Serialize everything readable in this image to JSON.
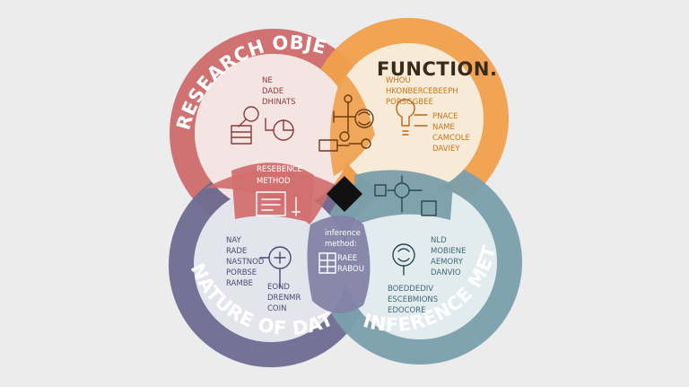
{
  "circles": [
    {
      "id": "research",
      "color": "#cf6b6b",
      "inner": "#f6d6cf",
      "title": "RESEARCH OBJECTIVE",
      "texts": [
        "NE",
        "DADE",
        "DHINATS"
      ]
    },
    {
      "id": "function",
      "color": "#f0a04c",
      "inner": "#fbe3bd",
      "title": "FUNCTION.",
      "texts": [
        "WHOU",
        "HKONBERCEBEEPH",
        "PORSGGBEE",
        "PNACE",
        "NAME",
        "CAMCOLE",
        "DAVIEY"
      ]
    },
    {
      "id": "nature",
      "color": "#6e6c92",
      "inner": "#e0e3ee",
      "title": "NATURE OF DATA.",
      "texts": [
        "NAY",
        "RADE",
        "NASTNOD",
        "PORBSE",
        "RAMBE",
        "EOND",
        "DRENMR",
        "COIN"
      ]
    },
    {
      "id": "inference",
      "color": "#7aa0ac",
      "inner": "#dae7ea",
      "title": "INFERENCE METHOD.",
      "texts": [
        "NLD",
        "MOBIENE",
        "AEMORY",
        "DANVIO",
        "BOEDDEDIV",
        "ESCEBMIONS",
        "EDOCORE"
      ]
    }
  ],
  "overlaps": {
    "research_inference": [
      "RESEBENCE",
      "METHOD"
    ],
    "nature_inference": [
      "inference",
      "method:",
      "RAEE",
      "RABOU"
    ]
  }
}
